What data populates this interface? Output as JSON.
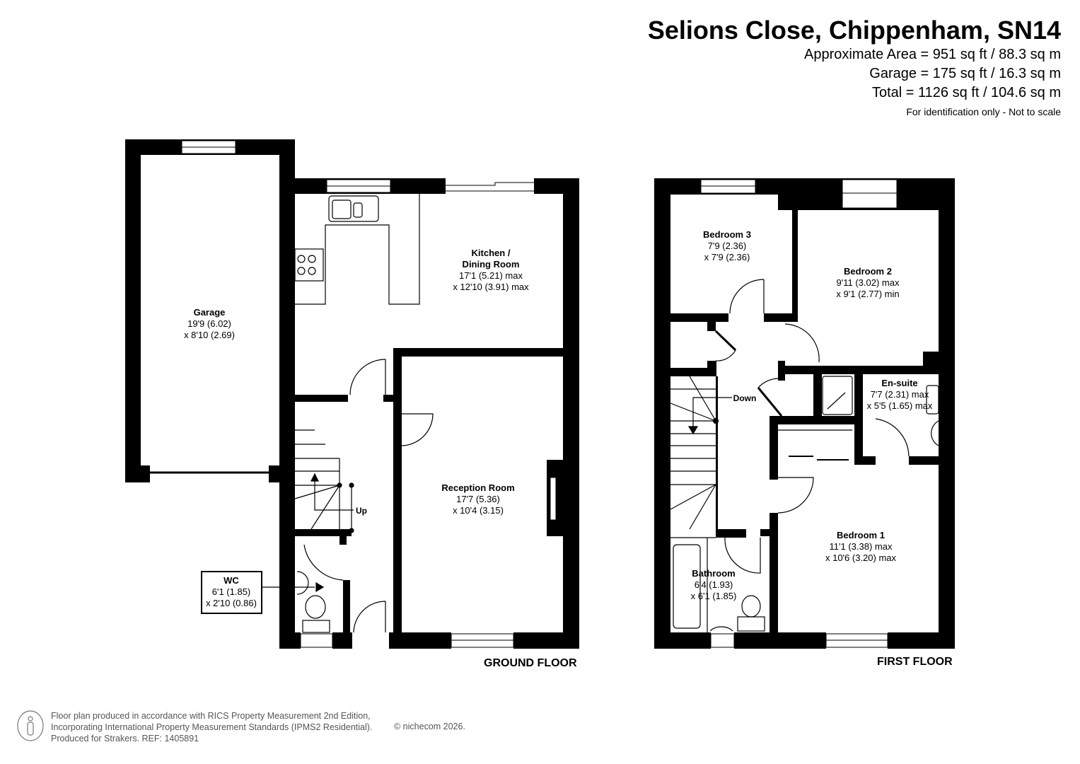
{
  "header": {
    "title": "Selions Close, Chippenham, SN14",
    "areas": [
      "Approximate Area = 951 sq ft / 88.3 sq m",
      "Garage = 175 sq ft / 16.3 sq m",
      "Total = 1126 sq ft / 104.6 sq m"
    ],
    "note": "For identification only - Not to scale"
  },
  "ground_floor": {
    "label": "GROUND FLOOR",
    "stairs_label": "Up",
    "rooms": [
      {
        "name": "Garage",
        "dim1": "19'9 (6.02)",
        "dim2": "x 8'10 (2.69)"
      },
      {
        "name": "Kitchen /",
        "name2": "Dining Room",
        "dim1": "17'1 (5.21) max",
        "dim2": "x 12'10 (3.91) max"
      },
      {
        "name": "Reception Room",
        "dim1": "17'7 (5.36)",
        "dim2": "x 10'4 (3.15)"
      },
      {
        "name": "WC",
        "dim1": "6'1 (1.85)",
        "dim2": "x 2'10 (0.86)"
      }
    ]
  },
  "first_floor": {
    "label": "FIRST FLOOR",
    "stairs_label": "Down",
    "rooms": [
      {
        "name": "Bedroom 3",
        "dim1": "7'9 (2.36)",
        "dim2": "x 7'9 (2.36)"
      },
      {
        "name": "Bedroom 2",
        "dim1": "9'11 (3.02) max",
        "dim2": "x 9'1 (2.77) min"
      },
      {
        "name": "En-suite",
        "dim1": "7'7 (2.31) max",
        "dim2": "x 5'5 (1.65) max"
      },
      {
        "name": "Bedroom 1",
        "dim1": "11'1 (3.38) max",
        "dim2": "x 10'6 (3.20) max"
      },
      {
        "name": "Bathroom",
        "dim1": "6'4 (1.93)",
        "dim2": "x 6'1 (1.85)"
      }
    ]
  },
  "footer": {
    "lines": [
      "Floor plan produced in accordance with RICS Property Measurement 2nd Edition,",
      "Incorporating International Property Measurement Standards (IPMS2 Residential).",
      "Produced for Strakers.   REF: 1405891"
    ],
    "copyright": "© nichecom 2026."
  },
  "colors": {
    "wall": "#000000",
    "background": "#ffffff",
    "footer_text": "#555555"
  }
}
